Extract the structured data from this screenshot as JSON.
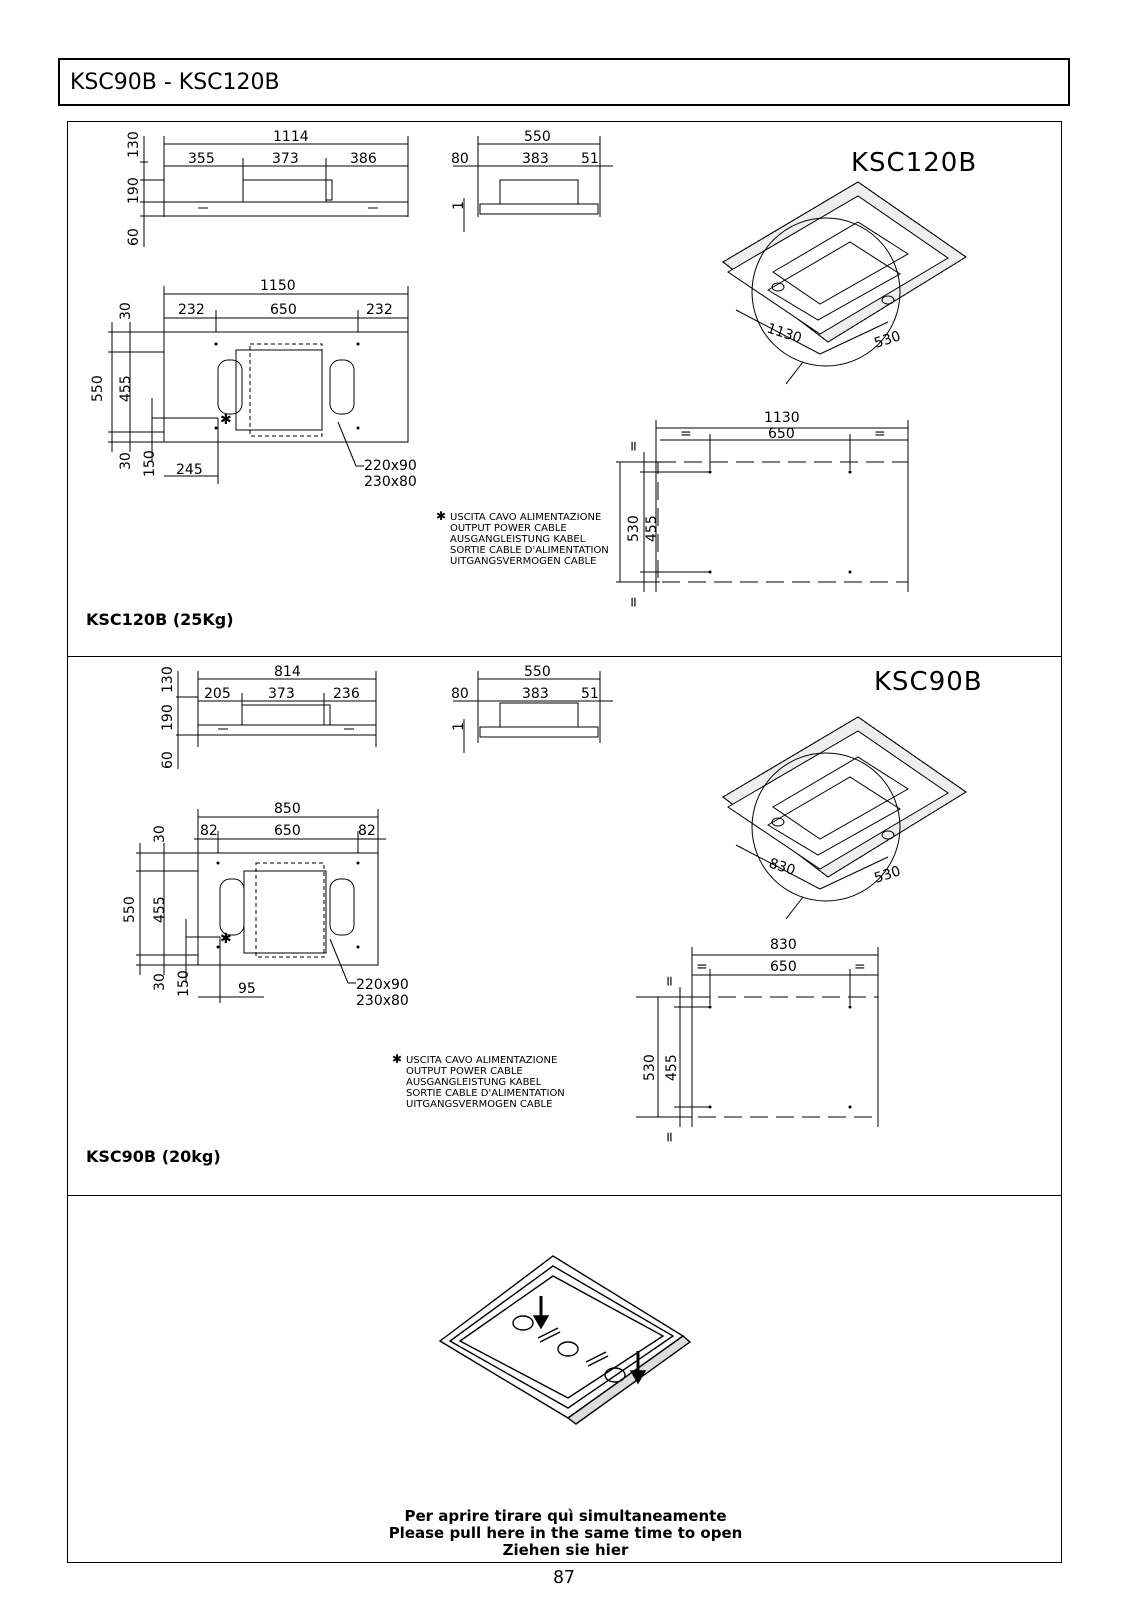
{
  "header": {
    "title": "KSC90B - KSC120B"
  },
  "panel_120": {
    "model": "KSC120B",
    "weight": "KSC120B (25Kg)",
    "side_dims": {
      "total": "1114",
      "a": "355",
      "b": "373",
      "c": "386",
      "h1": "130",
      "h2": "190",
      "h3": "60"
    },
    "end_dims": {
      "total": "550",
      "left": "80",
      "mid": "383",
      "right": "51",
      "h": "1"
    },
    "plan_dims": {
      "total": "1150",
      "a": "232",
      "b": "650",
      "c": "232",
      "v_top": "30",
      "v_total": "550",
      "v_mid": "455",
      "v_bot": "30",
      "v_150": "150",
      "h_245": "245",
      "duct1": "220x90",
      "duct2": "230x80"
    },
    "iso_dims": {
      "len": "1130",
      "wid": "530"
    },
    "cutout_dims": {
      "total": "1130",
      "eq1": "=",
      "mid": "650",
      "eq2": "=",
      "v_total": "530",
      "v_mid": "455",
      "eq_top": "=",
      "eq_bot": "="
    }
  },
  "panel_90": {
    "model": "KSC90B",
    "weight": "KSC90B (20kg)",
    "side_dims": {
      "total": "814",
      "a": "205",
      "b": "373",
      "c": "236",
      "h1": "130",
      "h2": "190",
      "h3": "60"
    },
    "end_dims": {
      "total": "550",
      "left": "80",
      "mid": "383",
      "right": "51",
      "h": "1"
    },
    "plan_dims": {
      "total": "850",
      "a": "82",
      "b": "650",
      "c": "82",
      "v_top": "30",
      "v_total": "550",
      "v_mid": "455",
      "v_bot": "30",
      "v_150": "150",
      "h_95": "95",
      "duct1": "220x90",
      "duct2": "230x80"
    },
    "iso_dims": {
      "len": "830",
      "wid": "530"
    },
    "cutout_dims": {
      "total": "830",
      "eq1": "=",
      "mid": "650",
      "eq2": "=",
      "v_total": "530",
      "v_mid": "455",
      "eq_top": "=",
      "eq_bot": "="
    }
  },
  "cable_note": {
    "symbol": "✱",
    "lines": [
      "USCITA CAVO ALIMENTAZIONE",
      "OUTPUT POWER CABLE",
      "AUSGANGLEISTUNG KABEL",
      "SORTIE CABLE D'ALIMENTATION",
      "UITGANGSVERMOGEN CABLE"
    ]
  },
  "instructions": {
    "line1": "Per aprire tirare quì simultaneamente",
    "line2": "Please pull here in the same time to open",
    "line3": "Ziehen sie hier"
  },
  "page_number": "87"
}
